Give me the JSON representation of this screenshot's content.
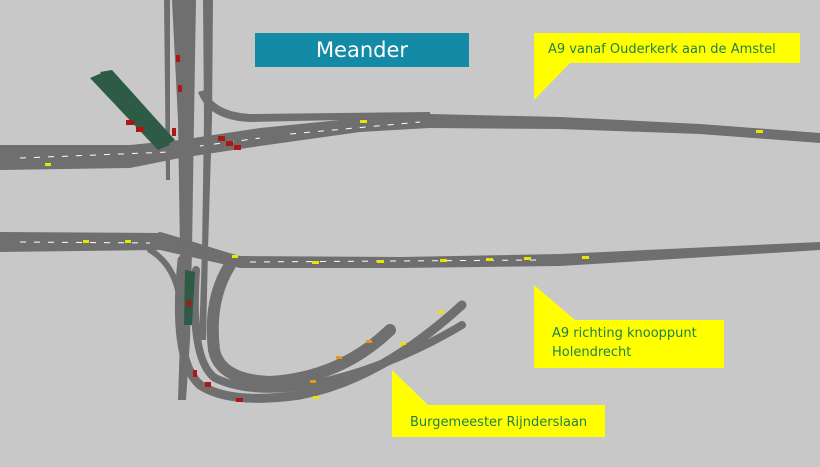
{
  "title": "Meander",
  "labels": {
    "a9_from": "A9 vanaf Ouderkerk aan de Amstel",
    "a9_to_line1": "A9 richting knooppunt",
    "a9_to_line2": "Holendrecht",
    "burgemeester": "Burgemeester Rijnderslaan"
  },
  "colors": {
    "background": "#c8c8c8",
    "road": "#6f6f6f",
    "title_box": "#138aa6",
    "callout": "#ffff00",
    "callout_text": "#1f7f4e",
    "lane_marking": "#ffffff",
    "car_yellow": "#e6e600",
    "car_red": "#b01515",
    "car_orange": "#e89a10",
    "ramp_green": "#2e5b45"
  }
}
